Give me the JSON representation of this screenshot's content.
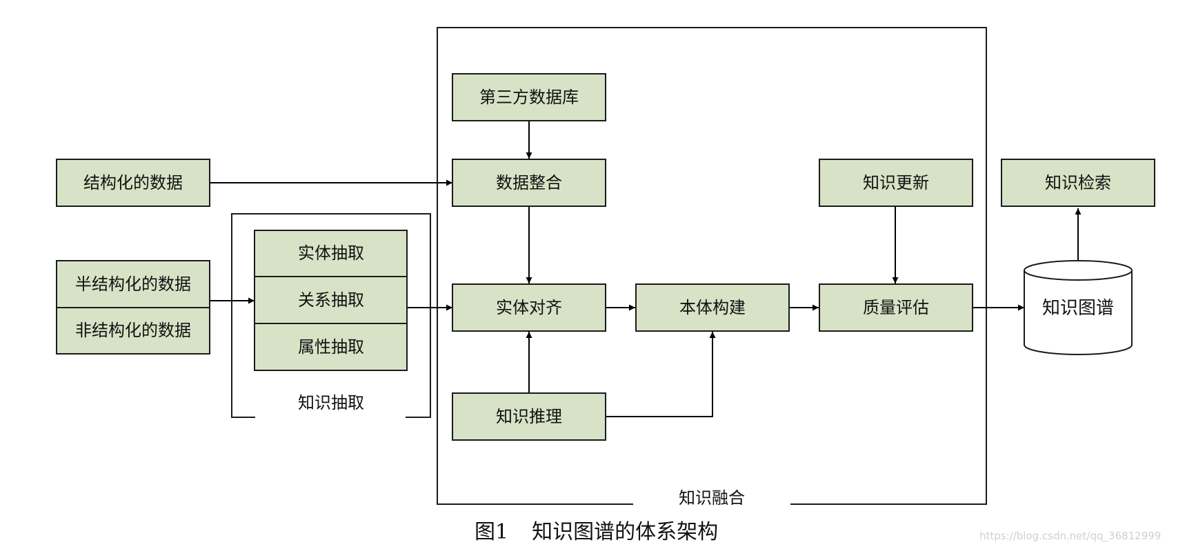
{
  "nodes": {
    "third_party_db": "第三方数据库",
    "data_integration": "数据整合",
    "structured_data": "结构化的数据",
    "semi_structured_data": "半结构化的数据",
    "unstructured_data": "非结构化的数据",
    "entity_extraction": "实体抽取",
    "relation_extraction": "关系抽取",
    "attribute_extraction": "属性抽取",
    "entity_alignment": "实体对齐",
    "ontology_construction": "本体构建",
    "quality_assessment": "质量评估",
    "knowledge_update": "知识更新",
    "knowledge_reasoning": "知识推理",
    "knowledge_retrieval": "知识检索",
    "knowledge_graph": "知识图谱"
  },
  "groups": {
    "knowledge_extraction": "知识抽取",
    "knowledge_fusion": "知识融合"
  },
  "edges": [
    {
      "from": "third_party_db",
      "to": "data_integration"
    },
    {
      "from": "structured_data",
      "to": "data_integration"
    },
    {
      "from": "data_integration",
      "to": "entity_alignment"
    },
    {
      "from": "semi_structured_data",
      "to": "knowledge_extraction"
    },
    {
      "from": "knowledge_extraction",
      "to": "entity_alignment"
    },
    {
      "from": "entity_alignment",
      "to": "ontology_construction"
    },
    {
      "from": "ontology_construction",
      "to": "quality_assessment"
    },
    {
      "from": "knowledge_update",
      "to": "quality_assessment"
    },
    {
      "from": "knowledge_reasoning",
      "to": "entity_alignment"
    },
    {
      "from": "knowledge_reasoning",
      "to": "ontology_construction"
    },
    {
      "from": "quality_assessment",
      "to": "knowledge_graph"
    },
    {
      "from": "knowledge_graph",
      "to": "knowledge_retrieval"
    }
  ],
  "caption": {
    "figure_number": "图1",
    "title": "知识图谱的体系架构"
  },
  "watermark": "https://blog.csdn.net/qq_36812999",
  "colors": {
    "box_fill": "#d8e2c6",
    "stroke": "#1a1a1a"
  }
}
